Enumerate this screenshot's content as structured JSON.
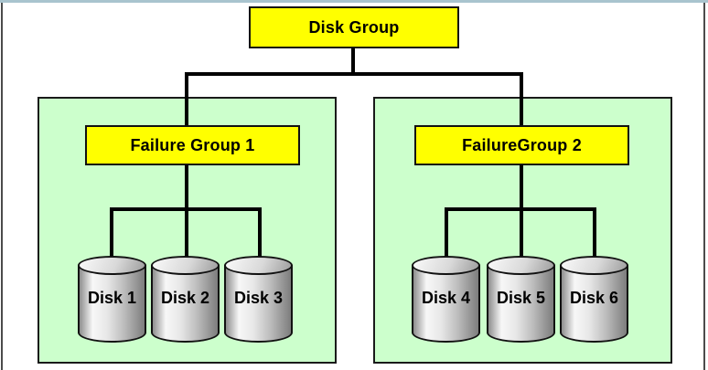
{
  "frame": {
    "top_line_color": "#a9c4ce",
    "side_line_color": "#4b4b4b"
  },
  "diagram": {
    "root": {
      "label": "Disk Group"
    },
    "groups": [
      {
        "label": "Failure Group 1",
        "disks": [
          {
            "label": "Disk 1"
          },
          {
            "label": "Disk 2"
          },
          {
            "label": "Disk 3"
          }
        ]
      },
      {
        "label": "FailureGroup 2",
        "disks": [
          {
            "label": "Disk 4"
          },
          {
            "label": "Disk 5"
          },
          {
            "label": "Disk 6"
          }
        ]
      }
    ],
    "colors": {
      "node_fill": "#ffff00",
      "node_border": "#111111",
      "panel_fill": "#ccffcc",
      "panel_border": "#1a1a1a",
      "connector": "#000000",
      "cylinder_light": "#f7f7f7",
      "cylinder_dark": "#7d7d7d"
    }
  }
}
